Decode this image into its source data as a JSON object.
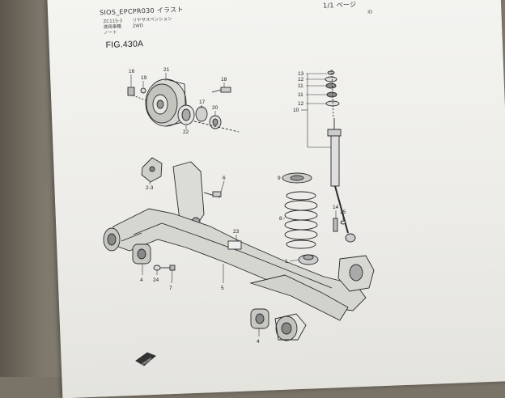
{
  "header": {
    "doc_code": "SIOS_EPCPR030 イラスト",
    "page_indicator": "1/1 ページ",
    "corner_note": "ID"
  },
  "info_block": {
    "line1_code": "ZC11S-3",
    "line1_desc": "リヤサスペンション",
    "line2_label": "適用車種",
    "line2_value": "2WD",
    "line3_label": "ノート"
  },
  "figure_title": "FIG.430A",
  "part_numbers": {
    "p16": "16",
    "p19": "19",
    "p21": "21",
    "p18": "18",
    "p17": "17",
    "p20": "20",
    "p22": "22",
    "p2_3": "2-3",
    "p6": "6",
    "p23": "23",
    "p13": "13",
    "p12a": "12",
    "p11a": "11",
    "p11b": "11",
    "p12b": "12",
    "p10": "10",
    "p9": "9",
    "p8": "8",
    "p1": "1",
    "p14": "14",
    "p15": "15",
    "p4a": "4",
    "p24": "24",
    "p7": "7",
    "p5": "5",
    "p4b": "4"
  },
  "arrow_label": "FRONT"
}
